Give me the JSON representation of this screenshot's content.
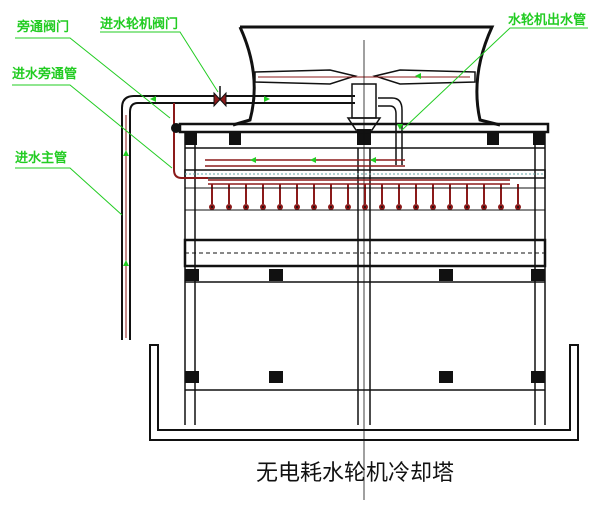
{
  "labels": {
    "bypass_valve": "旁通阀门",
    "turbine_inlet_valve": "进水轮机阀门",
    "turbine_outlet_pipe": "水轮机出水管",
    "inlet_bypass_pipe": "进水旁通管",
    "inlet_main_pipe": "进水主管"
  },
  "title": "无电耗水轮机冷却塔",
  "colors": {
    "label": "#22cc22",
    "line": "#111111",
    "pipe": "#8b1a1a"
  }
}
